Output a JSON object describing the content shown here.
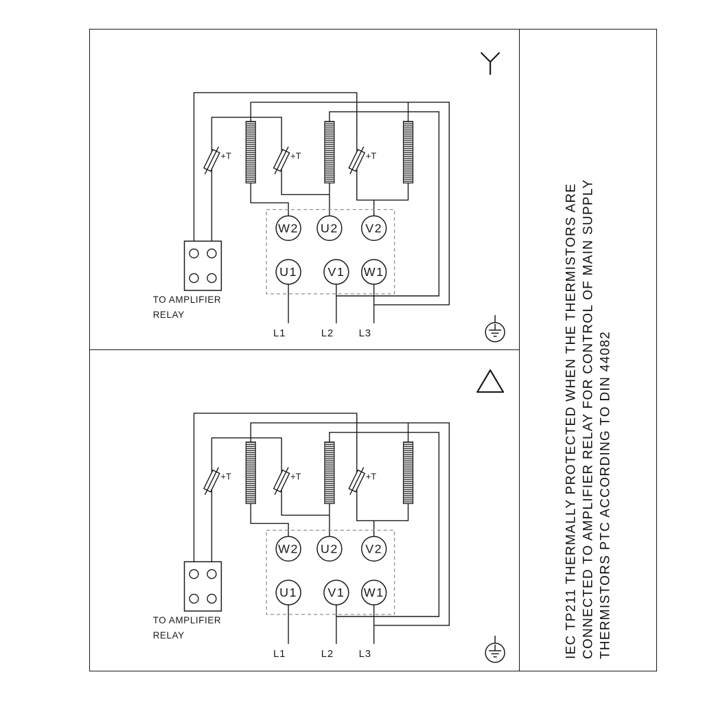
{
  "style": {
    "ink": "#1a1a1a",
    "background": "#ffffff",
    "dashed_box": "#8f8f8f"
  },
  "note_panel": {
    "lines": [
      "IEC TP211 THERMALLY PROTECTED WHEN THE THERMISTORS ARE",
      "CONNECTED TO AMPLIFIER RELAY FOR CONTROL OF MAIN SUPPLY",
      "THERMISTORS PTC ACCORDING TO DIN 44082"
    ]
  },
  "panels": [
    {
      "name": "star-connection",
      "symbol": "star-icon",
      "thermistor_labels": [
        "+T",
        "+T",
        "+T"
      ],
      "terminals": {
        "top": [
          "W2",
          "U2",
          "V2"
        ],
        "bottom": [
          "U1",
          "V1",
          "W1"
        ]
      },
      "relay_label": [
        "TO AMPLIFIER",
        "RELAY"
      ],
      "supply_labels": [
        "L1",
        "L2",
        "L3"
      ]
    },
    {
      "name": "delta-connection",
      "symbol": "delta-icon",
      "thermistor_labels": [
        "+T",
        "+T",
        "+T"
      ],
      "terminals": {
        "top": [
          "W2",
          "U2",
          "V2"
        ],
        "bottom": [
          "U1",
          "V1",
          "W1"
        ]
      },
      "relay_label": [
        "TO AMPLIFIER",
        "RELAY"
      ],
      "supply_labels": [
        "L1",
        "L2",
        "L3"
      ]
    }
  ]
}
